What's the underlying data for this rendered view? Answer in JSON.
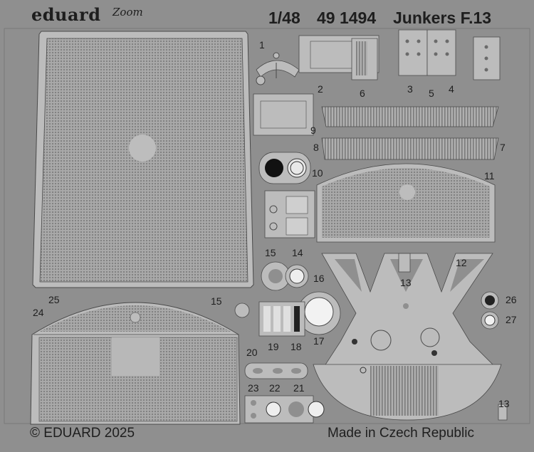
{
  "brand": "eduard",
  "brand_logo": "Zoom",
  "scale": "1/48",
  "catalog": "49 1494",
  "kit_name": "Junkers F.13",
  "copyright": "© EDUARD 2025",
  "origin": "Made in Czech Republic",
  "part_numbers": [
    "1",
    "2",
    "3",
    "4",
    "5",
    "6",
    "7",
    "8",
    "9",
    "10",
    "11",
    "12",
    "13",
    "14",
    "15",
    "16",
    "17",
    "18",
    "19",
    "20",
    "21",
    "22",
    "23",
    "24",
    "25",
    "26",
    "27",
    "15",
    "13"
  ],
  "colors": {
    "sheet": "#8f8f8f",
    "metal": "#b8b8b8",
    "outline": "#4a4a4a",
    "text": "#1e1e1e"
  }
}
